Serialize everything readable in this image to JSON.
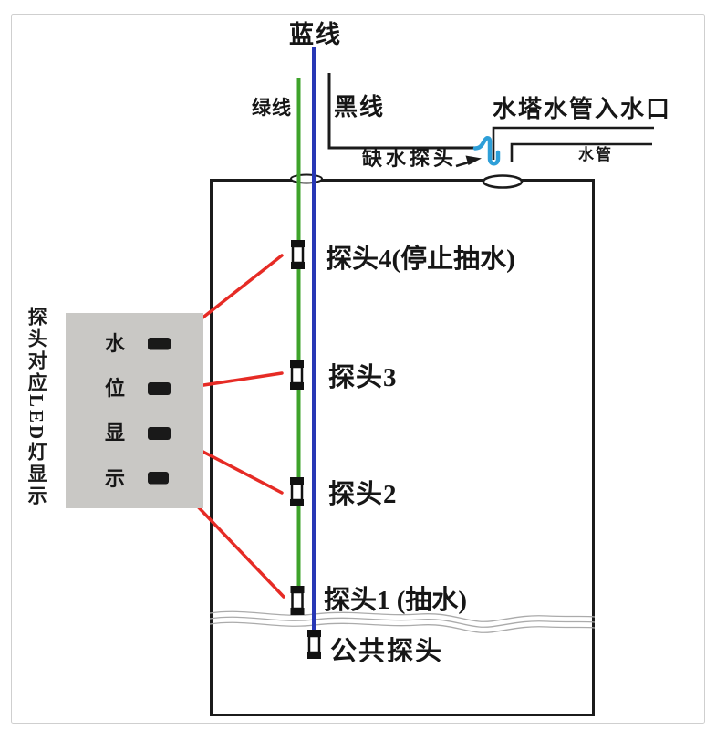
{
  "colors": {
    "blue_wire": "#2737b5",
    "green_wire": "#3ea32b",
    "black_wire": "#1b1b1b",
    "probe_hook_blue": "#2e9fd8",
    "red_connector": "#e62b25",
    "red_text": "#d42320",
    "panel_bg": "#c9c8c5",
    "led_dark": "#191919",
    "tank_outline": "#1b1b1b",
    "water_line_gray": "#ababab",
    "frame_gray": "#cfcfcf"
  },
  "wires": {
    "blue_label": "蓝线",
    "green_label": "绿线",
    "black_label": "黑线"
  },
  "inlet": {
    "title": "水塔水管入水口",
    "pipe_label": "水管",
    "low_water_probe_label": "缺水探头"
  },
  "probes": {
    "probe4_label": "探头4(停止抽水)",
    "probe3_label": "探头3",
    "probe2_label": "探头2",
    "probe1_label": "探头1 (抽水)",
    "common_label": "公共探头"
  },
  "led_panel": {
    "row_chars": [
      "水",
      "位",
      "显",
      "示"
    ],
    "note": "探头对应LED灯显示"
  }
}
